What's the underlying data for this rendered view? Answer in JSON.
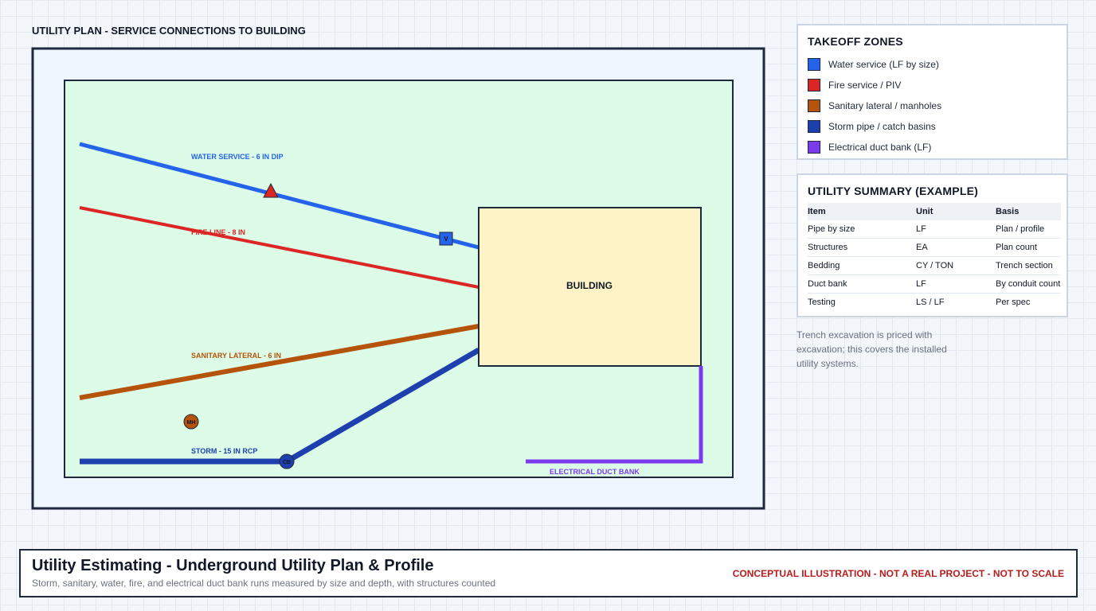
{
  "plan": {
    "title": "UTILITY PLAN - SERVICE CONNECTIONS TO BUILDING",
    "building_label": "BUILDING",
    "lines": {
      "water": "WATER SERVICE - 6 IN DIP",
      "fire": "FIRE LINE - 8 IN",
      "sanitary": "SANITARY LATERAL - 6 IN",
      "storm": "STORM - 15 IN RCP",
      "electrical": "ELECTRICAL DUCT BANK"
    },
    "markers": {
      "valve": "V",
      "manhole": "MH",
      "catch_basin": "CB"
    }
  },
  "legend": {
    "title": "TAKEOFF ZONES",
    "items": [
      {
        "label": "Water service (LF by size)",
        "color": "#2563eb"
      },
      {
        "label": "Fire service / PIV",
        "color": "#dc2626"
      },
      {
        "label": "Sanitary lateral / manholes",
        "color": "#b45309"
      },
      {
        "label": "Storm pipe / catch basins",
        "color": "#1e40af"
      },
      {
        "label": "Electrical duct bank (LF)",
        "color": "#7c3aed"
      }
    ]
  },
  "summary": {
    "title": "UTILITY SUMMARY (EXAMPLE)",
    "headers": [
      "Item",
      "Unit",
      "Basis"
    ],
    "rows": [
      [
        "Pipe by size",
        "LF",
        "Plan / profile"
      ],
      [
        "Structures",
        "EA",
        "Plan count"
      ],
      [
        "Bedding",
        "CY / TON",
        "Trench section"
      ],
      [
        "Duct bank",
        "LF",
        "By conduit count"
      ],
      [
        "Testing",
        "LS / LF",
        "Per spec"
      ]
    ]
  },
  "note": "Trench excavation is priced with excavation; this covers the installed utility systems.",
  "footer": {
    "title": "Utility Estimating - Underground Utility Plan & Profile",
    "subtitle": "Storm, sanitary, water, fire, and electrical duct bank runs measured by size and depth, with structures counted",
    "disclaimer": "CONCEPTUAL ILLUSTRATION - NOT A REAL PROJECT - NOT TO SCALE"
  },
  "colors": {
    "water": "#2563eb",
    "fire": "#dc2626",
    "sanitary": "#b45309",
    "storm": "#1e40af",
    "electrical": "#7c3aed",
    "site": "#dcfce7",
    "building": "#fef3c7"
  }
}
